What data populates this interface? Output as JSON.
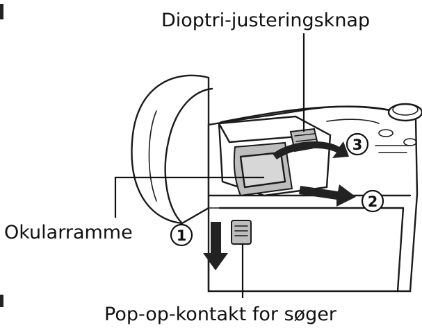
{
  "labels": {
    "diopter_dial": "Dioptri-justeringsknap",
    "eyepiece_frame": "Okularramme",
    "popup_switch": "Pop-op-kontakt for søger"
  },
  "steps": [
    "1",
    "2",
    "3"
  ]
}
